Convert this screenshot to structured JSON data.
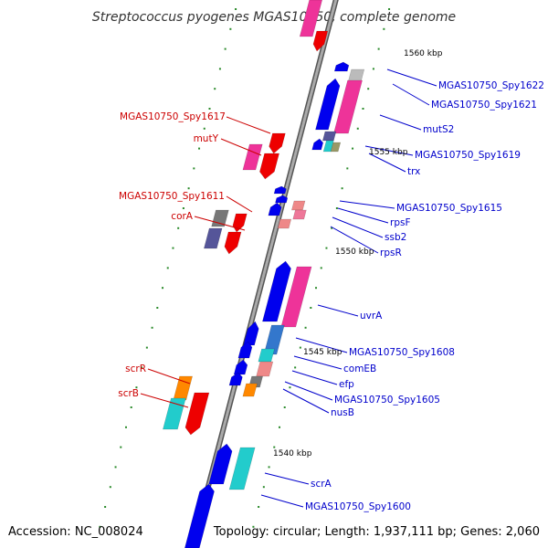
{
  "title": "Streptococcus pyogenes MGAS10750, complete genome",
  "footer": {
    "accession": "Accession: NC_008024",
    "topology": "Topology: circular; Length: 1,937,111 bp; Genes: 2,060"
  },
  "colors": {
    "forward_label": "#cc0000",
    "reverse_label": "#0000cc",
    "tick": "#2a8a2a",
    "backbone": "#888888",
    "red": "#ee0000",
    "pink": "#ee3399",
    "blue": "#0000ee",
    "cyan": "#22cccc",
    "orange": "#ff8800",
    "purple": "#555599",
    "gray": "#777777"
  },
  "tick_labels": [
    {
      "label": "1560 kbp"
    },
    {
      "label": "1555 kbp"
    },
    {
      "label": "1550 kbp"
    },
    {
      "label": "1545 kbp"
    },
    {
      "label": "1540 kbp"
    }
  ],
  "labels_left": [
    {
      "text": "MGAS10750_Spy1617"
    },
    {
      "text": "mutY"
    },
    {
      "text": "MGAS10750_Spy1611"
    },
    {
      "text": "corA"
    },
    {
      "text": "scrR"
    },
    {
      "text": "scrB"
    }
  ],
  "labels_right": [
    {
      "text": "MGAS10750_Spy1622"
    },
    {
      "text": "MGAS10750_Spy1621"
    },
    {
      "text": "mutS2"
    },
    {
      "text": "MGAS10750_Spy1619"
    },
    {
      "text": "trx"
    },
    {
      "text": "MGAS10750_Spy1615"
    },
    {
      "text": "rpsF"
    },
    {
      "text": "ssb2"
    },
    {
      "text": "rpsR"
    },
    {
      "text": "uvrA"
    },
    {
      "text": "MGAS10750_Spy1608"
    },
    {
      "text": "comEB"
    },
    {
      "text": "efp"
    },
    {
      "text": "MGAS10750_Spy1605"
    },
    {
      "text": "nusB"
    },
    {
      "text": "scrA"
    },
    {
      "text": "MGAS10750_Spy1600"
    }
  ]
}
